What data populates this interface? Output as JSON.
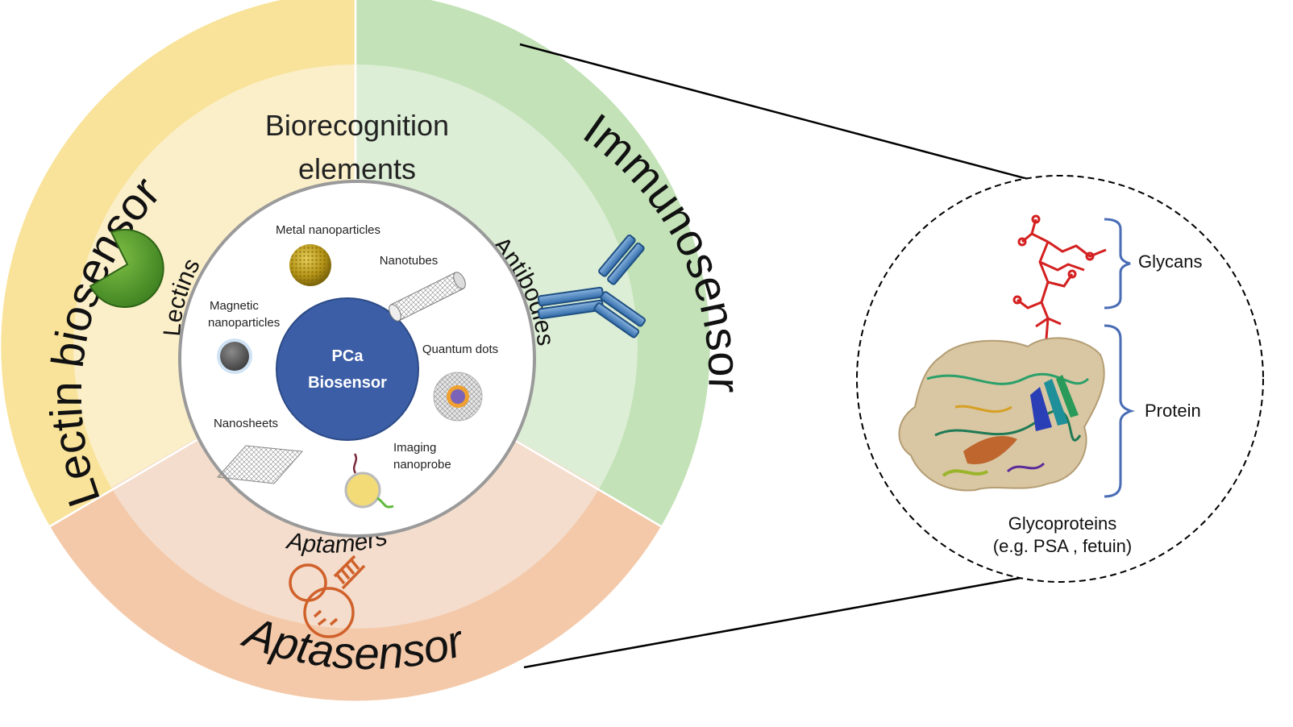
{
  "sectors": {
    "lectin": {
      "label": "Lectin biosensor",
      "element": "Lectins",
      "outer_color": "#f9e39a",
      "inner_color": "#fbefc9"
    },
    "immuno": {
      "label": "Immunosensor",
      "element": "Antibodies",
      "outer_color": "#c3e2b7",
      "inner_color": "#ddeed6"
    },
    "apta": {
      "label": "Aptasensor",
      "element": "Aptamers",
      "outer_color": "#f4c9a9",
      "inner_color": "#f4ddcc"
    }
  },
  "ring_title_line1": "Biorecognition",
  "ring_title_line2": "elements",
  "center": {
    "line1": "PCa",
    "line2": "Biosensor",
    "color": "#3c5ea6"
  },
  "nanomaterials": {
    "metal": "Metal nanoparticles",
    "nanotubes": "Nanotubes",
    "magnetic_line1": "Magnetic",
    "magnetic_line2": "nanoparticles",
    "quantum": "Quantum dots",
    "nanosheets": "Nanosheets",
    "imaging_line1": "Imaging",
    "imaging_line2": "nanoprobe"
  },
  "zoom": {
    "glycans": "Glycans",
    "protein": "Protein",
    "caption_line1": "Glycoproteins",
    "caption_line2": "(e.g. PSA , fetuin)",
    "bracket_color": "#4a6db5",
    "glycan_color": "#d42020"
  },
  "icons": {
    "lectin": "pacman-lectin-icon",
    "antibody": "antibody-icon",
    "aptamer": "aptamer-hairpin-icon",
    "metal_np": "metal-nanoparticle-icon",
    "nanotube": "nanotube-icon",
    "magnetic_np": "magnetic-nanoparticle-icon",
    "quantum_dot": "quantum-dot-icon",
    "nanosheet": "nanosheet-icon",
    "imaging_probe": "imaging-nanoprobe-icon"
  }
}
